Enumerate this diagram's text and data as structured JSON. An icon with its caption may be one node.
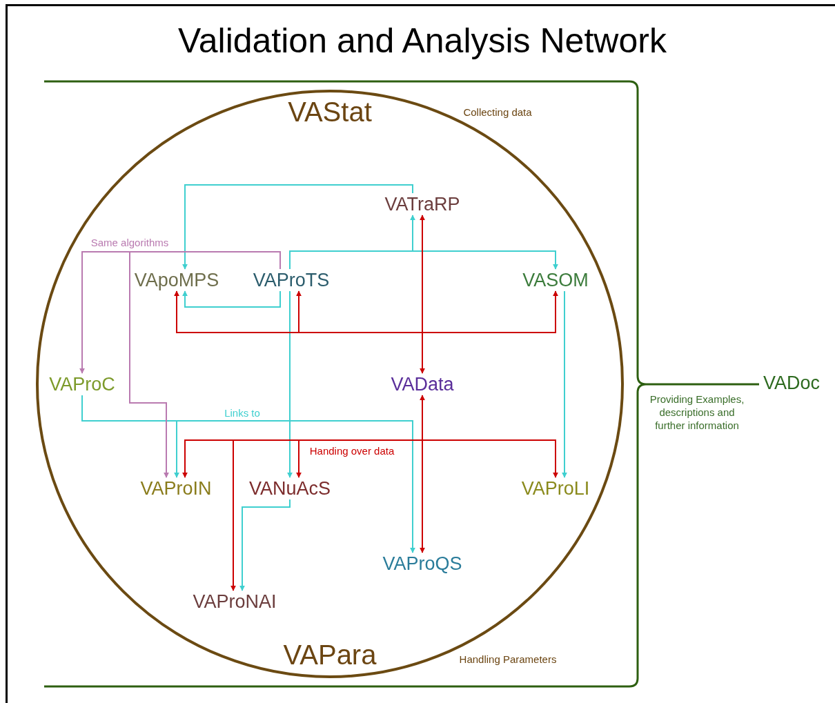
{
  "diagram": {
    "title": "Validation and Analysis Network",
    "nodes": [
      {
        "text": [
          "VAStat",
          "VAPara"
        ],
        "beside": [
          "Collecting data",
          "Handling Parameters"
        ]
      },
      {
        "text": [
          "VATraRP"
        ],
        "in": 0
      },
      {
        "text": [
          "VApoMPS"
        ],
        "in": 0
      },
      {
        "text": [
          "VAProTS"
        ],
        "in": 0
      },
      {
        "text": [
          "VASOM"
        ],
        "in": 0
      },
      {
        "text": [
          "VAProC"
        ],
        "in": 0
      },
      {
        "text": [
          "VAData"
        ],
        "in": 0
      },
      {
        "text": [
          "VAProIN"
        ],
        "in": 0
      },
      {
        "text": [
          "VANuAcS"
        ],
        "in": 0
      },
      {
        "text": [
          "VAProLI"
        ],
        "in": 0
      },
      {
        "text": [
          "VAProQS"
        ],
        "in": 0
      },
      {
        "text": [
          "VAProNAI"
        ],
        "in": 0
      }
    ],
    "edges": [
      {
        "from": 1,
        "to": 2,
        "arrow": "to",
        "color": "#3fcfcf"
      },
      {
        "from": 3,
        "to": 2,
        "arrow": "to",
        "color": "#3fcfcf"
      },
      {
        "from": 3,
        "to": 1,
        "arrow": "to",
        "color": "#3fcfcf"
      },
      {
        "from": 3,
        "to": 4,
        "arrow": "to",
        "color": "#3fcfcf"
      },
      {
        "from": 3,
        "to": 8,
        "arrow": "to",
        "color": "#3fcfcf"
      },
      {
        "from": 4,
        "to": 9,
        "arrow": "to",
        "color": "#3fcfcf"
      },
      {
        "from": 5,
        "to": 7,
        "arrow": "to",
        "color": "#3fcfcf"
      },
      {
        "from": 5,
        "to": 10,
        "arrow": "to",
        "color": "#3fcfcf",
        "label": "Links to"
      },
      {
        "from": 8,
        "to": 11,
        "arrow": "to",
        "color": "#3fcfcf"
      },
      {
        "from": 3,
        "to": 5,
        "arrow": "to",
        "color": "#b97ab0",
        "label": "Same algorithms"
      },
      {
        "from": 3,
        "to": 7,
        "arrow": "to",
        "color": "#b97ab0"
      },
      {
        "from": 6,
        "to": 1,
        "arrow": "both",
        "color": "#cc0000"
      },
      {
        "from": 6,
        "to": 2,
        "arrow": "to",
        "color": "#cc0000"
      },
      {
        "from": 6,
        "to": 3,
        "arrow": "to",
        "color": "#cc0000"
      },
      {
        "from": 6,
        "to": 4,
        "arrow": "to",
        "color": "#cc0000"
      },
      {
        "from": 6,
        "to": 10,
        "arrow": "both",
        "color": "#cc0000"
      },
      {
        "from": 6,
        "to": 7,
        "arrow": "to",
        "color": "#cc0000"
      },
      {
        "from": 6,
        "to": 11,
        "arrow": "to",
        "color": "#cc0000"
      },
      {
        "from": 6,
        "to": 8,
        "arrow": "to",
        "color": "#cc0000",
        "label": "Handing over data"
      },
      {
        "from": 6,
        "to": 9,
        "arrow": "to",
        "color": "#cc0000"
      }
    ],
    "labels": [
      "VADoc",
      "Providing Examples, descriptions and further information"
    ]
  }
}
